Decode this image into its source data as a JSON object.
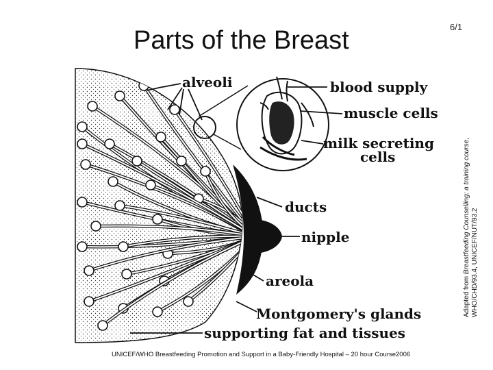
{
  "slide": {
    "title": "Parts of the Breast",
    "number": "6/1",
    "credit_line1_prefix": "Adapted from ",
    "credit_line1_italic": "Breastfeeding Counselling: a training course",
    "credit_line1_suffix": ",",
    "credit_line2": "WHO/CHD/93.4, UNICEF/NUT/93.2",
    "footer": "UNICEF/WHO Breastfeeding Promotion and Support in a Baby-Friendly Hospital – 20 hour Course2006"
  },
  "labels": {
    "alveoli": "alveoli",
    "blood_supply": "blood supply",
    "muscle_cells": "muscle cells",
    "milk_secreting_1": "milk secreting",
    "milk_secreting_2": "cells",
    "ducts": "ducts",
    "nipple": "nipple",
    "areola": "areola",
    "montgomery": "Montgomery's glands",
    "supporting": "supporting fat and tissues"
  }
}
